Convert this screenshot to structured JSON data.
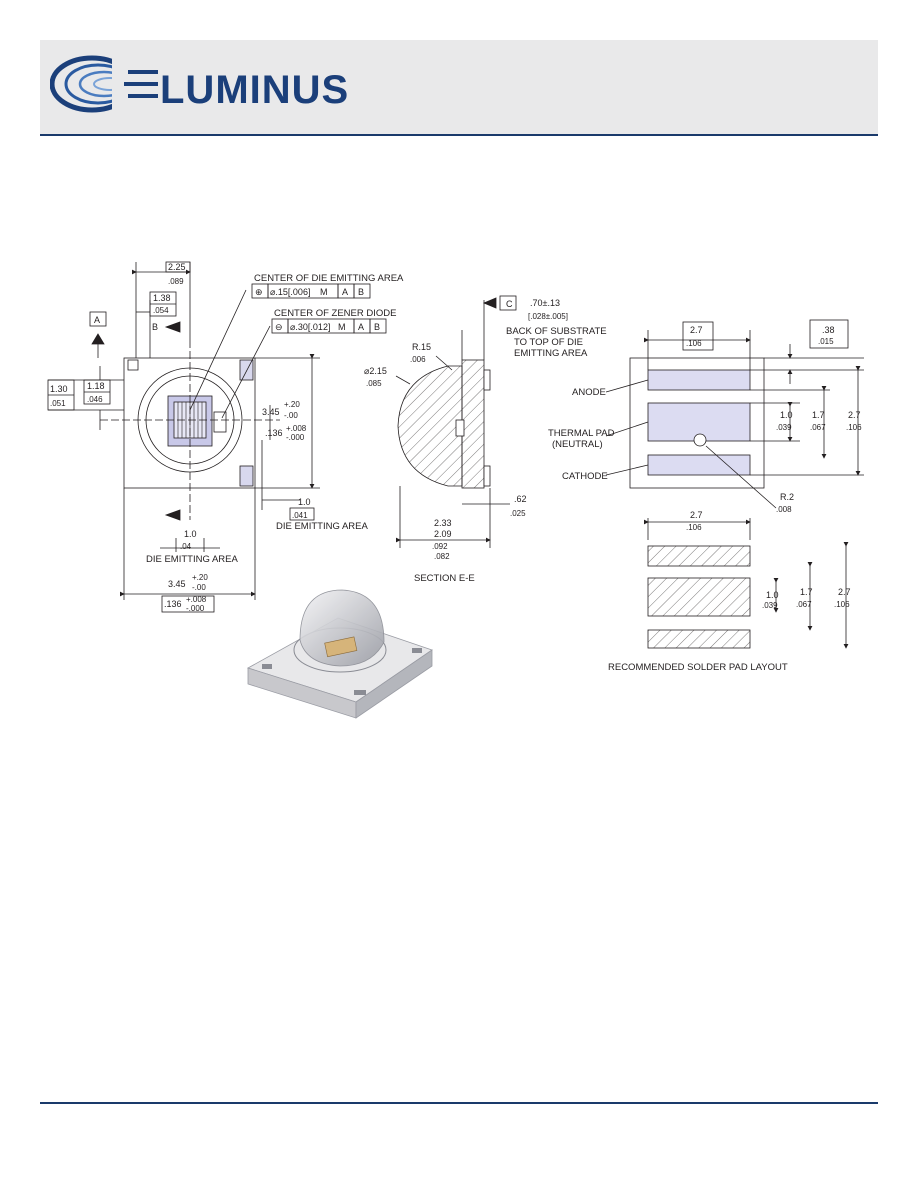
{
  "brand": {
    "name": "LUMINUS",
    "color": "#1b3f7a",
    "logo_icon": "luminus-swoosh-logo"
  },
  "front_view": {
    "dim_top_a": "2.25",
    "dim_top_a_in": ".089",
    "dim_top_b": "1.38",
    "dim_top_b_in": ".054",
    "datum_a": "A",
    "datum_b": "B",
    "datum_c": "C",
    "center_emitting": "CENTER OF DIE EMITTING AREA",
    "fcf_emitting": "⌀.15[.006]",
    "fcf_emitting_m": "M",
    "center_zener": "CENTER OF ZENER DIODE",
    "fcf_zener": "⌀.30[.012]",
    "fcf_zener_m": "M",
    "fcf_ref_a": "A",
    "fcf_ref_b": "B",
    "left_a": "1.30",
    "left_a_in": ".051",
    "left_b": "1.18",
    "left_b_in": ".046",
    "height_dim": "3.45",
    "height_tol_plus": "+.20",
    "height_tol_minus": "-.00",
    "height_in": ".136",
    "height_in_tol_plus": "+.008",
    "height_in_tol_minus": "-.000",
    "die_w": "1.0",
    "die_w_in": ".041",
    "die_label_right": "DIE EMITTING AREA",
    "die_h": "1.0",
    "die_h_in": ".04",
    "die_label_bottom": "DIE EMITTING AREA",
    "width_dim": "3.45",
    "width_tol_plus": "+.20",
    "width_tol_minus": "-.00",
    "width_in": ".136",
    "width_in_tol_plus": "+.008",
    "width_in_tol_minus": "-.000"
  },
  "section_view": {
    "datum": "C",
    "dim_c": ".70±.13",
    "dim_c_in": "[.028±.005]",
    "note": [
      "BACK OF SUBSTRATE",
      "TO TOP OF DIE",
      "EMITTING AREA"
    ],
    "radius": "R.15",
    "radius_in": ".006",
    "dome": "⌀2.15",
    "dome_in": ".085",
    "thick": ".62",
    "thick_in": ".025",
    "total_a": "2.33",
    "total_b": "2.09",
    "total_a_in": ".092",
    "total_b_in": ".082",
    "title": "SECTION E-E"
  },
  "bottom_view": {
    "width": "2.7",
    "width_in": ".106",
    "gap": ".38",
    "gap_in": ".015",
    "anode": "ANODE",
    "thermal": "THERMAL PAD",
    "thermal_sub": "(NEUTRAL)",
    "cathode": "CATHODE",
    "pad_h": "1.0",
    "pad_h_in": ".039",
    "mid_h": "1.7",
    "mid_h_in": ".067",
    "total_h": "2.7",
    "total_h_in": ".106",
    "hole": "R.2",
    "hole_in": ".008",
    "pad_color": "#dcdcf2"
  },
  "solder_layout": {
    "width": "2.7",
    "width_in": ".106",
    "pad_h": "1.0",
    "pad_h_in": ".039",
    "mid_h": "1.7",
    "mid_h_in": ".067",
    "total_h": "2.7",
    "total_h_in": ".106",
    "title": "RECOMMENDED SOLDER PAD LAYOUT"
  }
}
